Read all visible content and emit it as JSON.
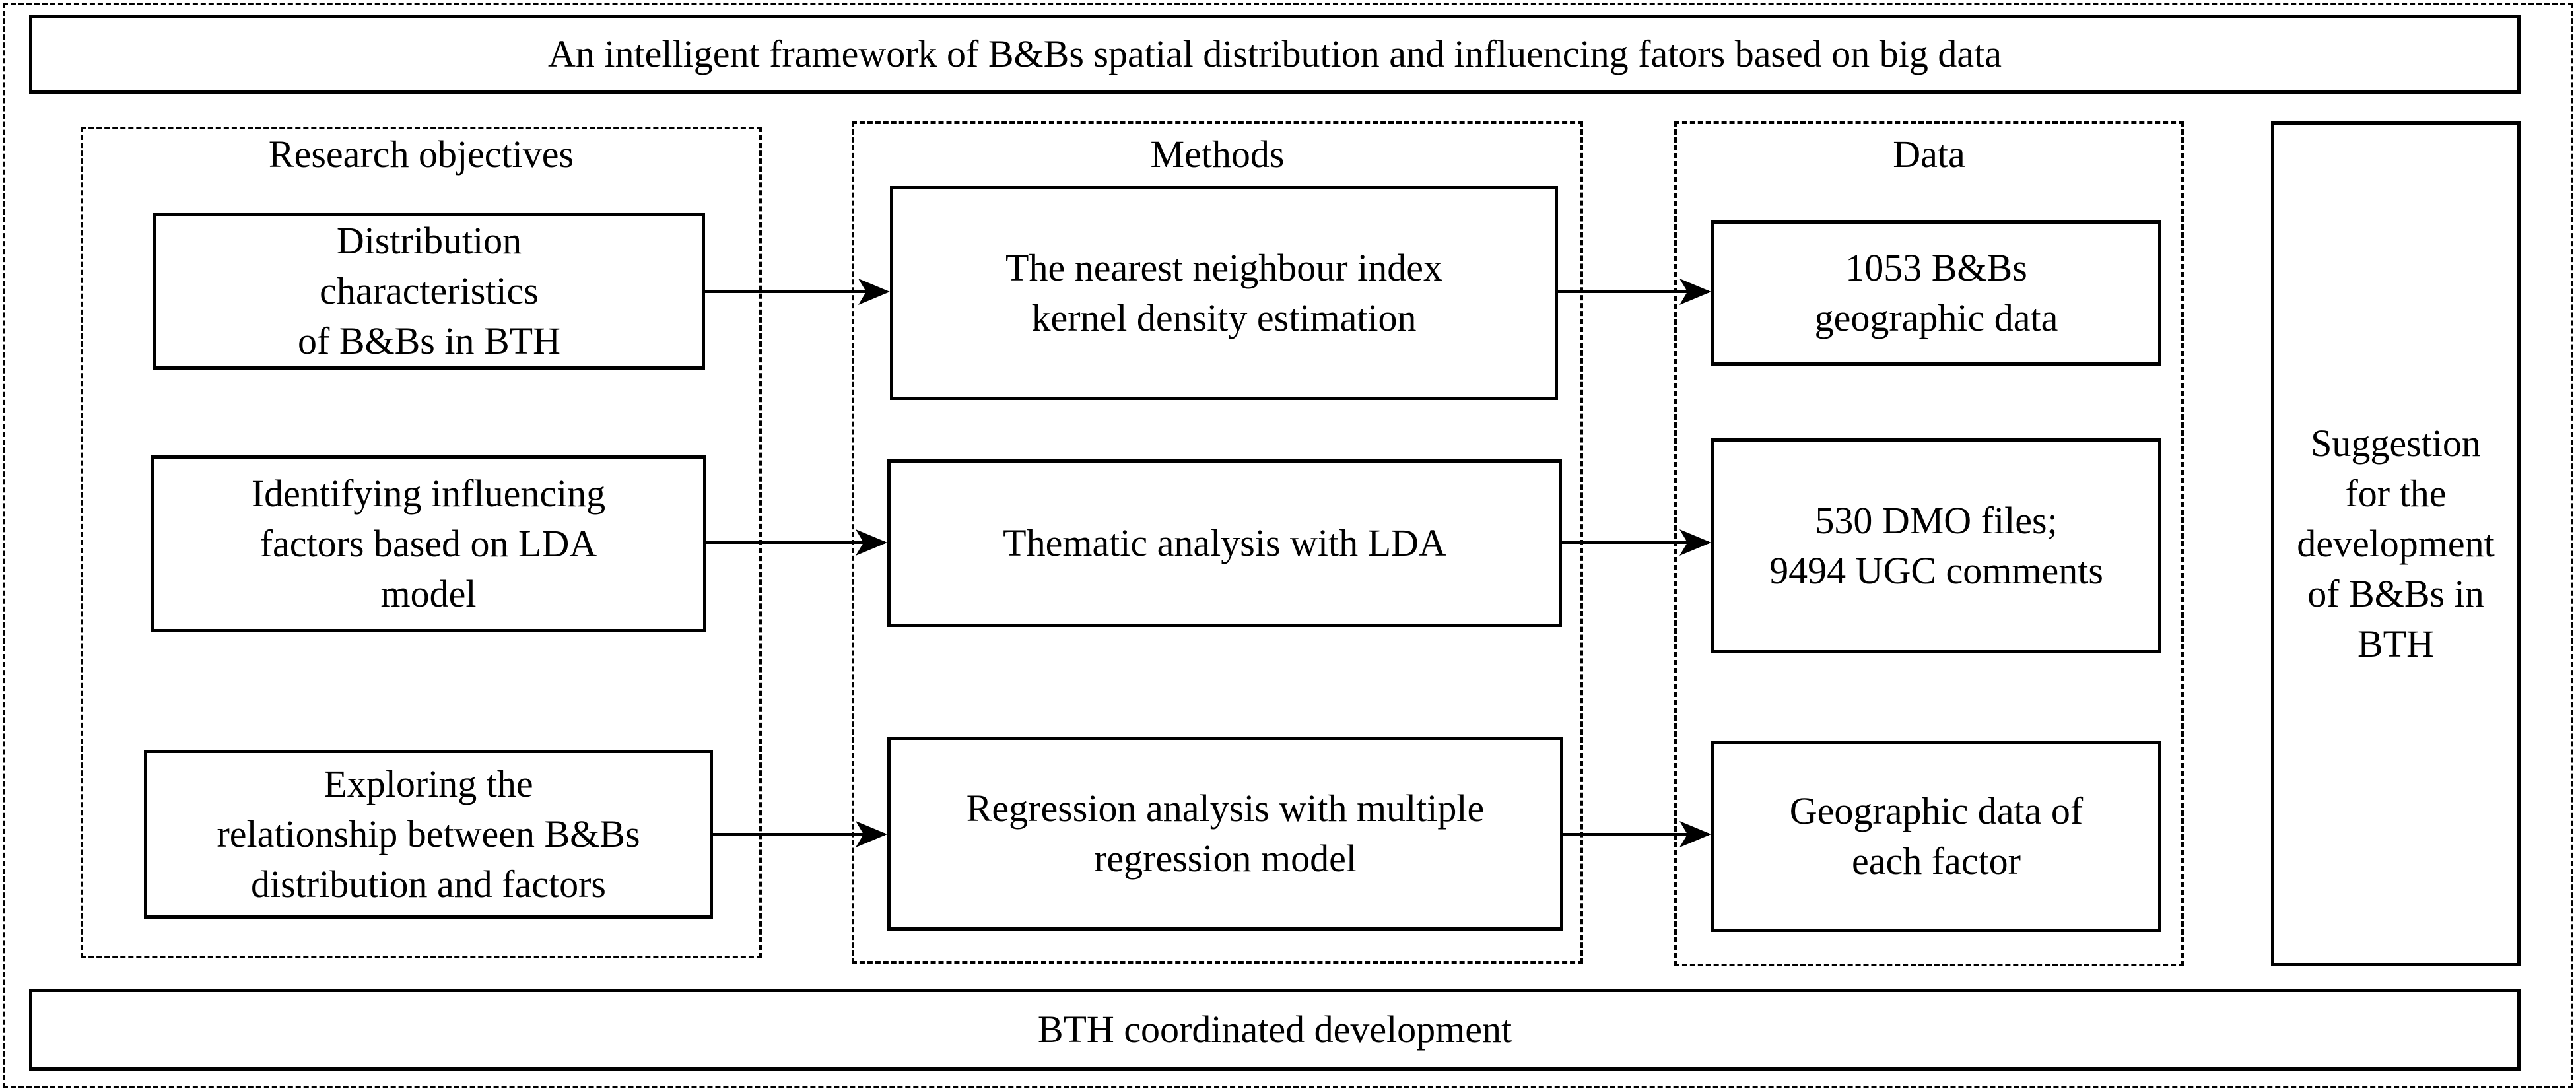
{
  "title": "An intelligent framework of B&Bs spatial distribution and influencing fators based on big data",
  "footer": "BTH coordinated development",
  "columns": {
    "objectives": {
      "heading": "Research objectives",
      "items": [
        "Distribution\ncharacteristics\nof B&Bs in BTH",
        "Identifying influencing\nfactors based on LDA\nmodel",
        "Exploring the\nrelationship between B&Bs\ndistribution and  factors"
      ]
    },
    "methods": {
      "heading": "Methods",
      "items": [
        "The nearest neighbour index\nkernel density estimation",
        "Thematic analysis with LDA",
        "Regression analysis with multiple\nregression model"
      ]
    },
    "data": {
      "heading": "Data",
      "items": [
        "1053 B&Bs\ngeographic data",
        "530 DMO files;\n9494 UGC comments",
        "Geographic data of\neach factor"
      ]
    }
  },
  "suggestion": "Suggestion\nfor the\ndevelopment\nof B&Bs in\nBTH"
}
